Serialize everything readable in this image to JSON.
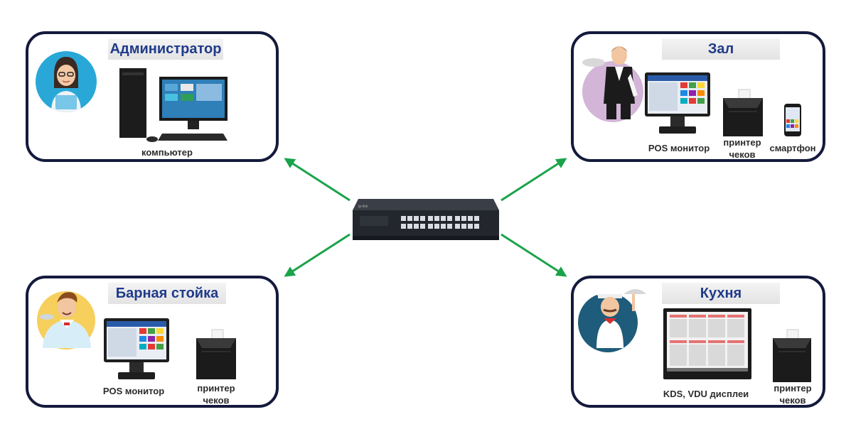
{
  "panels": {
    "admin": {
      "title": "Администратор",
      "devices": {
        "computer": "компьютер"
      }
    },
    "hall": {
      "title": "Зал",
      "devices": {
        "pos": "POS монитор",
        "printer": "принтер чеков",
        "phone": "смартфон"
      }
    },
    "bar": {
      "title": "Барная стойка",
      "devices": {
        "pos": "POS монитор",
        "printer": "принтер чеков"
      }
    },
    "kitchen": {
      "title": "Кухня",
      "devices": {
        "kds": "KDS, VDU дисплеи",
        "printer": "принтер чеков"
      }
    }
  },
  "colors": {
    "border": "#141a3c",
    "title_text": "#1f3a8a",
    "arrow": "#1aa34a"
  },
  "icons": [
    "network-switch-icon",
    "admin-avatar-icon",
    "waiter-avatar-icon",
    "bartender-avatar-icon",
    "chef-avatar-icon",
    "desktop-computer-icon",
    "pos-monitor-icon",
    "receipt-printer-icon",
    "smartphone-icon",
    "kds-display-icon"
  ]
}
